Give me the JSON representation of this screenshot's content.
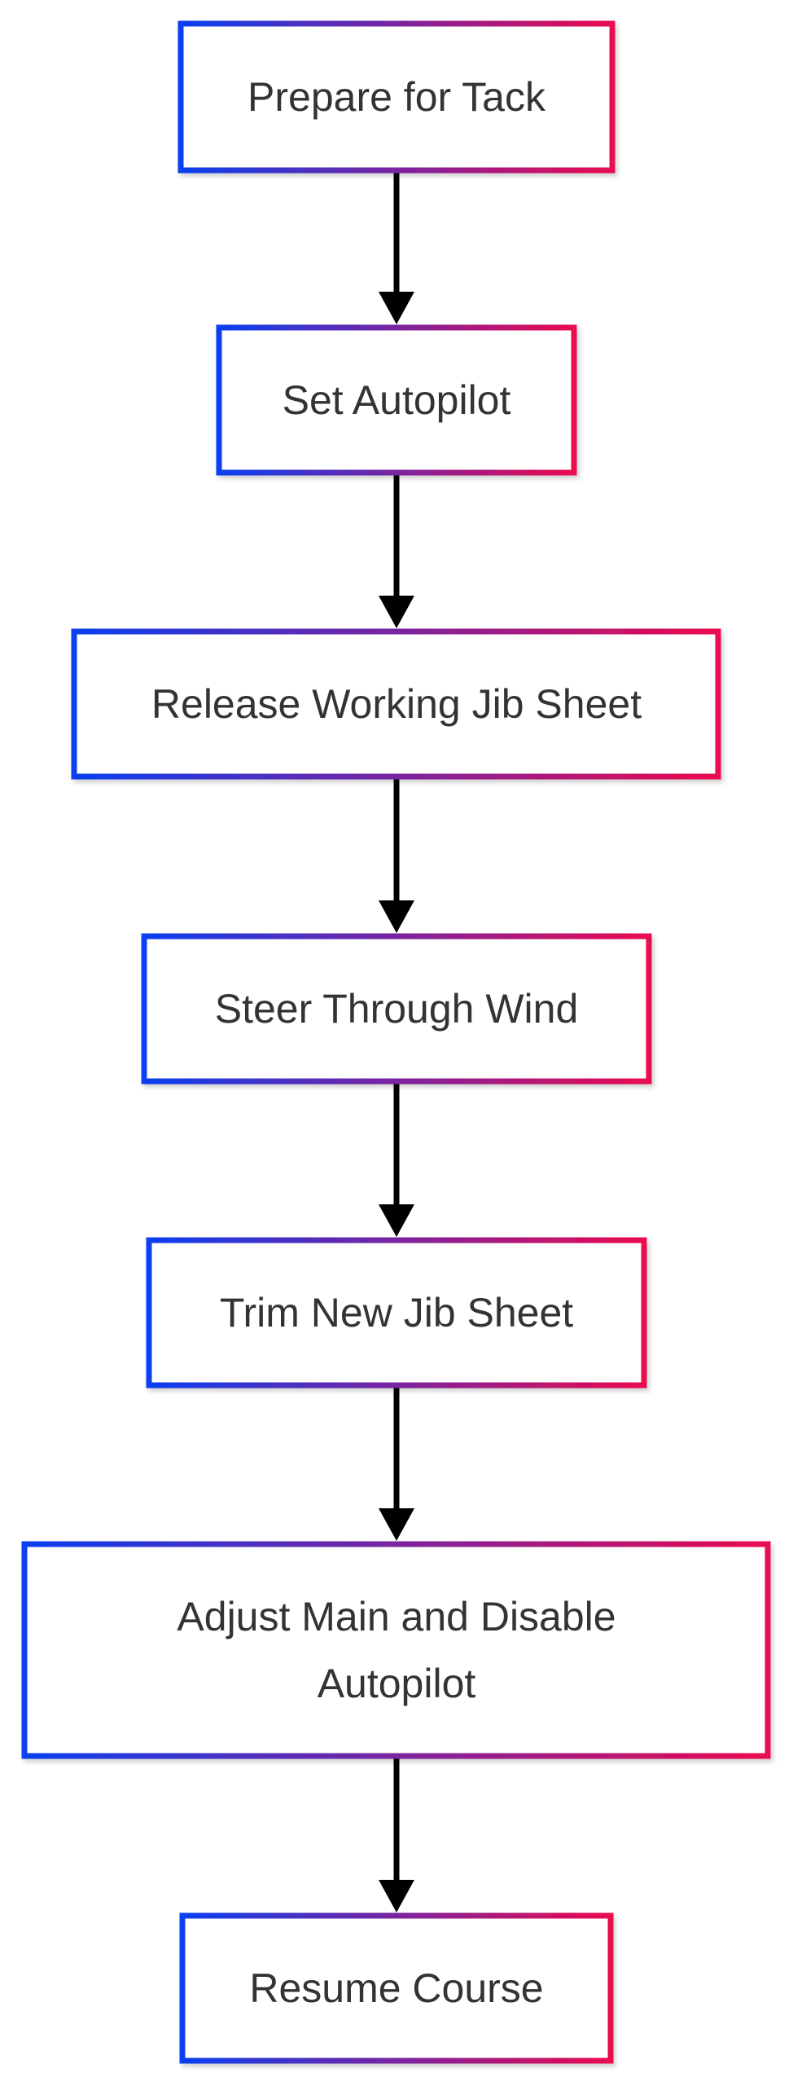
{
  "diagram": {
    "type": "flowchart",
    "direction": "top-to-bottom",
    "colors": {
      "border_gradient_start": "#0a3ff0",
      "border_gradient_end": "#ea0a4f",
      "fill": "#ffffff",
      "text": "#333333",
      "arrow": "#000000"
    },
    "nodes": [
      {
        "id": "prepare",
        "lines": [
          "Prepare for Tack"
        ]
      },
      {
        "id": "set-autopilot",
        "lines": [
          "Set Autopilot"
        ]
      },
      {
        "id": "release",
        "lines": [
          "Release Working Jib Sheet"
        ]
      },
      {
        "id": "steer",
        "lines": [
          "Steer Through Wind"
        ]
      },
      {
        "id": "trim",
        "lines": [
          "Trim New Jib Sheet"
        ]
      },
      {
        "id": "adjust",
        "lines": [
          "Adjust Main and Disable",
          "Autopilot"
        ]
      },
      {
        "id": "resume",
        "lines": [
          "Resume Course"
        ]
      }
    ],
    "edges": [
      {
        "from": "prepare",
        "to": "set-autopilot"
      },
      {
        "from": "set-autopilot",
        "to": "release"
      },
      {
        "from": "release",
        "to": "steer"
      },
      {
        "from": "steer",
        "to": "trim"
      },
      {
        "from": "trim",
        "to": "adjust"
      },
      {
        "from": "adjust",
        "to": "resume"
      }
    ]
  }
}
